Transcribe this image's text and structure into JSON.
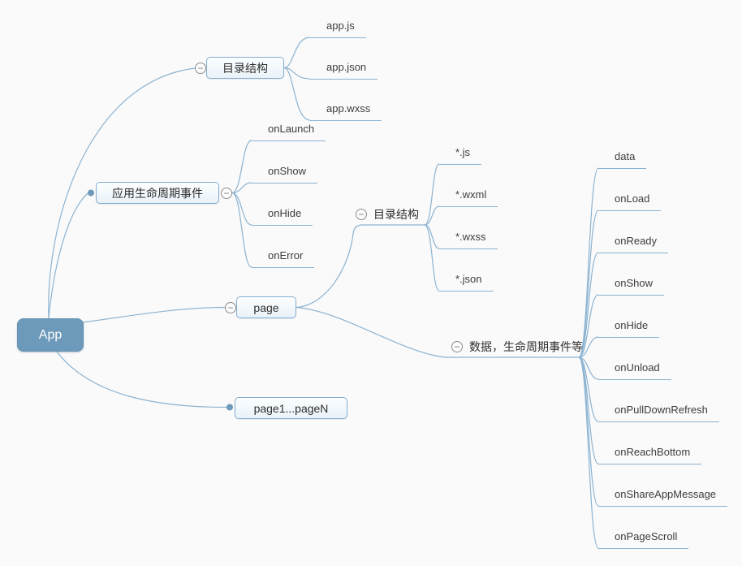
{
  "colors": {
    "background": "#fafafa",
    "edge_line": "#8cb3d1",
    "root_fill": "#6d99ba",
    "root_text": "#ffffff",
    "box_border": "#84add0",
    "box_fill": "#eef5fb",
    "text": "#3d3d3d",
    "expander_border": "#8d8d8d"
  },
  "icons": {
    "collapse": "−"
  },
  "map": {
    "root": {
      "label": "App",
      "children": [
        {
          "label": "目录结构",
          "children": [
            {
              "label": "app.js"
            },
            {
              "label": "app.json"
            },
            {
              "label": "app.wxss"
            }
          ]
        },
        {
          "label": "应用生命周期事件",
          "children": [
            {
              "label": "onLaunch"
            },
            {
              "label": "onShow"
            },
            {
              "label": "onHide"
            },
            {
              "label": "onError"
            }
          ]
        },
        {
          "label": "page",
          "children": [
            {
              "label": "目录结构",
              "children": [
                {
                  "label": "*.js"
                },
                {
                  "label": "*.wxml"
                },
                {
                  "label": "*.wxss"
                },
                {
                  "label": "*.json"
                }
              ]
            },
            {
              "label": "数据，生命周期事件等",
              "children": [
                {
                  "label": "data"
                },
                {
                  "label": "onLoad"
                },
                {
                  "label": "onReady"
                },
                {
                  "label": "onShow"
                },
                {
                  "label": "onHide"
                },
                {
                  "label": "onUnload"
                },
                {
                  "label": "onPullDownRefresh"
                },
                {
                  "label": "onReachBottom"
                },
                {
                  "label": "onShareAppMessage"
                },
                {
                  "label": "onPageScroll"
                }
              ]
            }
          ]
        },
        {
          "label": "page1...pageN"
        }
      ]
    }
  }
}
